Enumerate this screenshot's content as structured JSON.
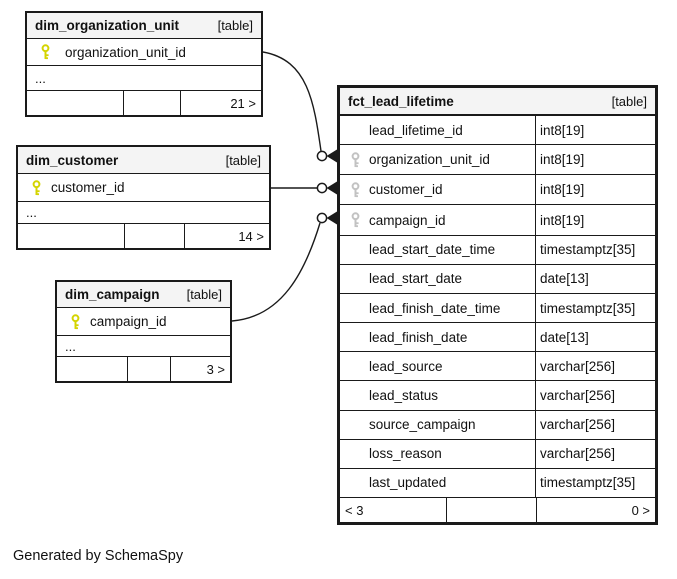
{
  "diagram": {
    "footer_note": "Generated by SchemaSpy"
  },
  "icons": {
    "primary_key": "key-icon",
    "foreign_key": "key-icon"
  },
  "colors": {
    "table_header_bg": "#f4f4f4",
    "border": "#1a1a1a",
    "primary_key_icon": "#d4d400",
    "foreign_key_icon": "#c2c2c2"
  },
  "tables": {
    "dim_organization_unit": {
      "title": "dim_organization_unit",
      "tag": "[table]",
      "pk_column": "organization_unit_id",
      "ellipsis": "...",
      "footer_count": "21 >"
    },
    "dim_customer": {
      "title": "dim_customer",
      "tag": "[table]",
      "pk_column": "customer_id",
      "ellipsis": "...",
      "footer_count": "14 >"
    },
    "dim_campaign": {
      "title": "dim_campaign",
      "tag": "[table]",
      "pk_column": "campaign_id",
      "ellipsis": "...",
      "footer_count": "3 >"
    },
    "fct_lead_lifetime": {
      "title": "fct_lead_lifetime",
      "tag": "[table]",
      "columns": [
        {
          "name": "lead_lifetime_id",
          "type": "int8[19]",
          "key": "none"
        },
        {
          "name": "organization_unit_id",
          "type": "int8[19]",
          "key": "fk"
        },
        {
          "name": "customer_id",
          "type": "int8[19]",
          "key": "fk"
        },
        {
          "name": "campaign_id",
          "type": "int8[19]",
          "key": "fk"
        },
        {
          "name": "lead_start_date_time",
          "type": "timestamptz[35]",
          "key": "none"
        },
        {
          "name": "lead_start_date",
          "type": "date[13]",
          "key": "none"
        },
        {
          "name": "lead_finish_date_time",
          "type": "timestamptz[35]",
          "key": "none"
        },
        {
          "name": "lead_finish_date",
          "type": "date[13]",
          "key": "none"
        },
        {
          "name": "lead_source",
          "type": "varchar[256]",
          "key": "none"
        },
        {
          "name": "lead_status",
          "type": "varchar[256]",
          "key": "none"
        },
        {
          "name": "source_campaign",
          "type": "varchar[256]",
          "key": "none"
        },
        {
          "name": "loss_reason",
          "type": "varchar[256]",
          "key": "none"
        },
        {
          "name": "last_updated",
          "type": "timestamptz[35]",
          "key": "none"
        }
      ],
      "footer_left": "< 3",
      "footer_right": "0 >"
    }
  }
}
